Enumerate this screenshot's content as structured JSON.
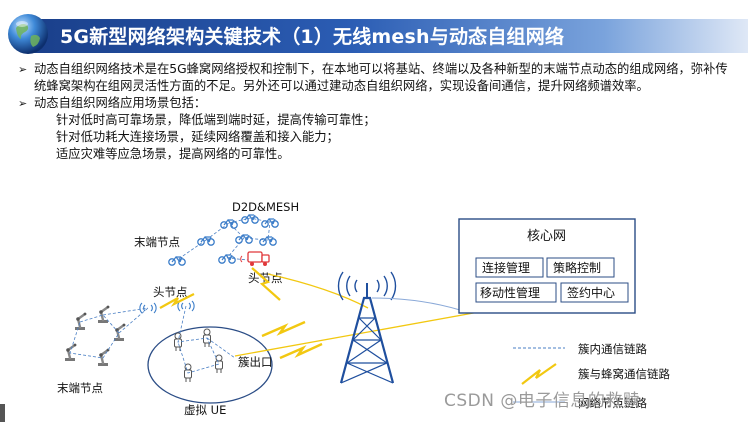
{
  "title": "5G新型网络架构关键技术（1）无线mesh与动态自组网络",
  "bullets": [
    {
      "text": "动态自组织网络技术是在5G蜂窝网络授权和控制下，在本地可以将基站、终端以及各种新型的末端节点动态的组成网络，弥补传统蜂窝架构在组网灵活性方面的不足。另外还可以通过建动态自组织网络，实现设备间通信，提升网络频谱效率。"
    },
    {
      "text": "动态自组织网络应用场景包括：",
      "items": [
        "针对低时高可靠场景，降低端到端时延，提高传输可靠性；",
        "针对低功耗大连接场景，延续网络覆盖和接入能力；",
        "适应灾难等应急场景，提高网络的可靠性。"
      ]
    }
  ],
  "diagram": {
    "labels": {
      "d2d": "D2D&MESH",
      "terminal_top": "末端节点",
      "head_node_right": "头节点",
      "head_node_left": "头节点",
      "terminal_bottom": "末端节点",
      "cluster_exit": "簇出口",
      "virtual_ue": "虚拟 UE"
    },
    "core": {
      "title": "核心网",
      "boxes": [
        "连接管理",
        "策略控制",
        "移动性管理",
        "签约中心"
      ]
    },
    "legend": [
      {
        "label": "簇内通信链路",
        "style": "dashed"
      },
      {
        "label": "簇与蜂窝通信链路",
        "style": "lightning"
      },
      {
        "label": "网络节点链路",
        "style": "solid"
      }
    ]
  },
  "watermark": "CSDN @电子信息的救赎",
  "colors": {
    "title_band": "#1a3f8a",
    "title_text": "#ffffff",
    "link_blue": "#4a7fc4",
    "link_yellow": "#f2c811",
    "core_border": "#2b4d86",
    "alert_red": "#e0383b"
  },
  "icons": [
    "globe-icon",
    "bicycle-icon",
    "truck-icon",
    "robot-arm-icon",
    "person-icon",
    "antenna-tower-icon",
    "signal-waves-icon",
    "lightning-icon"
  ]
}
